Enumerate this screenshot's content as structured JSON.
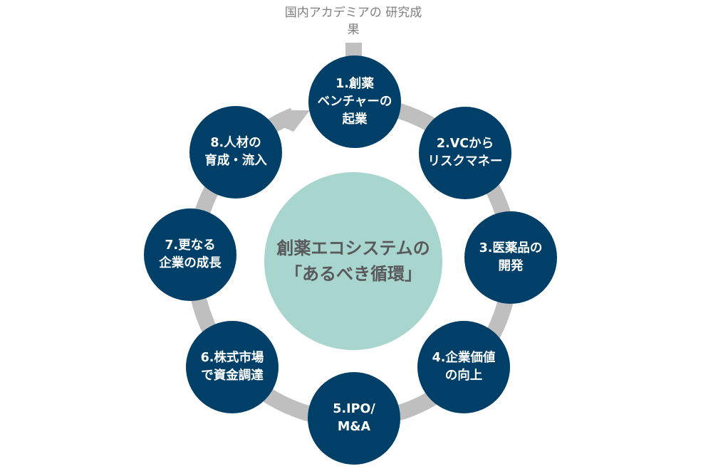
{
  "colors": {
    "ring": "#bfbfbf",
    "node": "#003f68",
    "center": "#a8d6cf"
  },
  "top_label": "国内アカデミアの\n研究成果",
  "center_label": "創薬エコシステムの\n「あるべき循環」",
  "nodes": [
    {
      "label": "1.創薬\nベンチャーの\n起業"
    },
    {
      "label": "2.VCから\nリスクマネー"
    },
    {
      "label": "3.医薬品の\n開発"
    },
    {
      "label": "4.企業価値\nの向上"
    },
    {
      "label": "5.IPO/\nM&A"
    },
    {
      "label": "6.株式市場\nで資金調達"
    },
    {
      "label": "7.更なる\n企業の成長"
    },
    {
      "label": "8.人材の\n育成・流入"
    }
  ]
}
